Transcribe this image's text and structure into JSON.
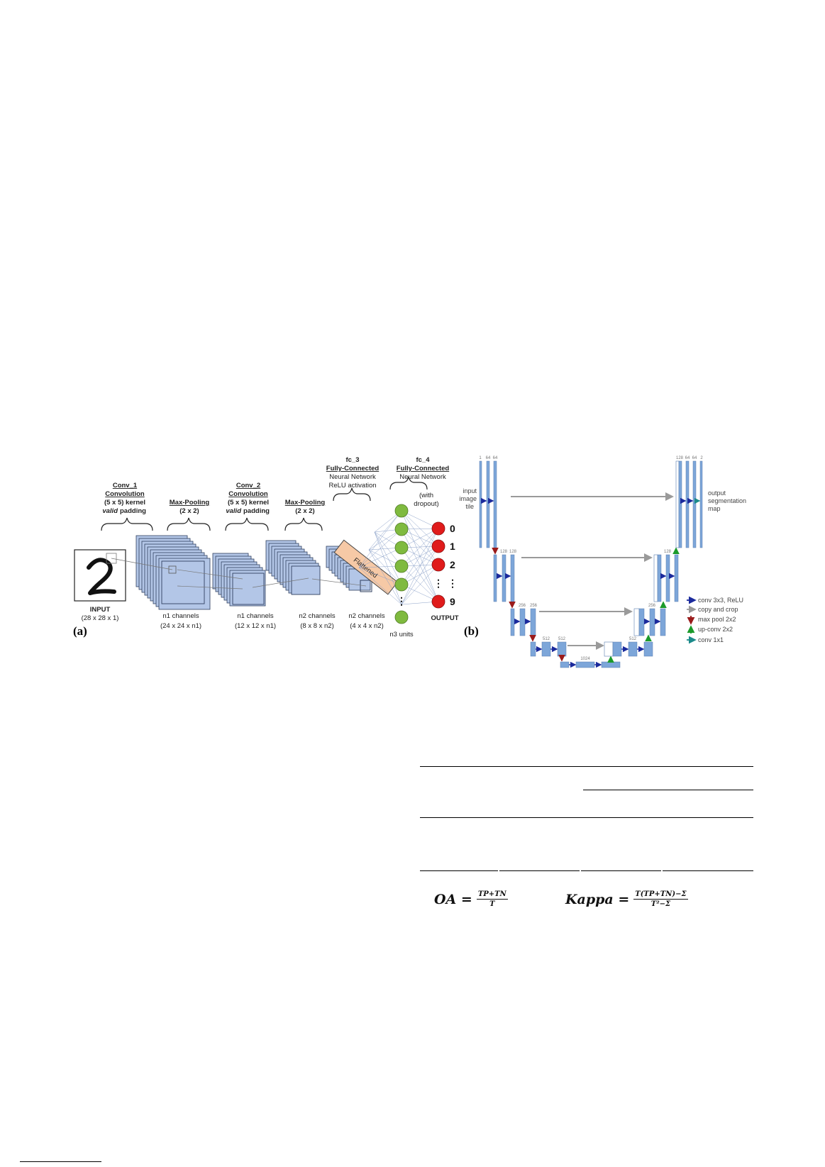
{
  "figure": {
    "panel_a": {
      "letter": "(a)",
      "input": {
        "title": "INPUT",
        "dims": "(28 x 28 x 1)"
      },
      "layers": [
        {
          "title": "Conv_1",
          "line2": "Convolution",
          "line3": "(5 x 5) kernel",
          "line4_italic": "valid",
          "line4_rest": "padding"
        },
        {
          "title": "Max-Pooling",
          "line2": "(2 x 2)"
        },
        {
          "title": "Conv_2",
          "line2": "Convolution",
          "line3": "(5 x 5) kernel",
          "line4_italic": "valid",
          "line4_rest": "padding"
        },
        {
          "title": "Max-Pooling",
          "line2": "(2 x 2)"
        },
        {
          "title": "fc_3",
          "line2": "Fully-Connected",
          "line3": "Neural Network",
          "line4": "ReLU activation"
        },
        {
          "title": "fc_4",
          "line2": "Fully-Connected",
          "line3": "Neural Network",
          "line4": "(with",
          "line5": "dropout)"
        }
      ],
      "stack_labels": [
        {
          "name": "n1 channels",
          "dims": "(24 x 24 x n1)"
        },
        {
          "name": "n1 channels",
          "dims": "(12 x 12 x n1)"
        },
        {
          "name": "n2 channels",
          "dims": "(8 x 8 x n2)"
        },
        {
          "name": "n2 channels",
          "dims": "(4 x 4 x n2)"
        }
      ],
      "flattened": "Flattened",
      "hidden_units": "n3 units",
      "outputs": [
        "0",
        "1",
        "2",
        "9"
      ],
      "output_dots": "⋮",
      "output_label": "OUTPUT",
      "colors": {
        "stack": "#b3c6e7",
        "stack_edge": "#2f3f5f",
        "hidden": "#7fba3f",
        "output": "#e01b1b",
        "flattened": "#f6c9a6"
      }
    },
    "panel_b": {
      "letter": "(b)",
      "input_label": [
        "input",
        "image",
        "tile"
      ],
      "output_label": [
        "output",
        "segmentation",
        "map"
      ],
      "channel_labels": [
        "1",
        "64",
        "64",
        "128",
        "128",
        "256",
        "256",
        "512",
        "512",
        "1024",
        "512",
        "256",
        "128",
        "64",
        "64",
        "2"
      ],
      "legend": [
        {
          "label": "conv 3x3, ReLU",
          "color": "#1b2a9c"
        },
        {
          "label": "copy and crop",
          "color": "#9a9a9a"
        },
        {
          "label": "max pool 2x2",
          "color": "#9a1b1b"
        },
        {
          "label": "up-conv 2x2",
          "color": "#1b9a2a"
        },
        {
          "label": "conv 1x1",
          "color": "#1b8a8a"
        }
      ],
      "colors": {
        "block": "#7da6d9",
        "block_edge": "#5a7fb0"
      }
    }
  },
  "formulas": {
    "oa": {
      "lhs": "OA =",
      "num": "TP+TN",
      "den": "T"
    },
    "kappa": {
      "lhs": "Kappa =",
      "num": "T(TP+TN)−Σ",
      "den": "T²−Σ"
    }
  }
}
